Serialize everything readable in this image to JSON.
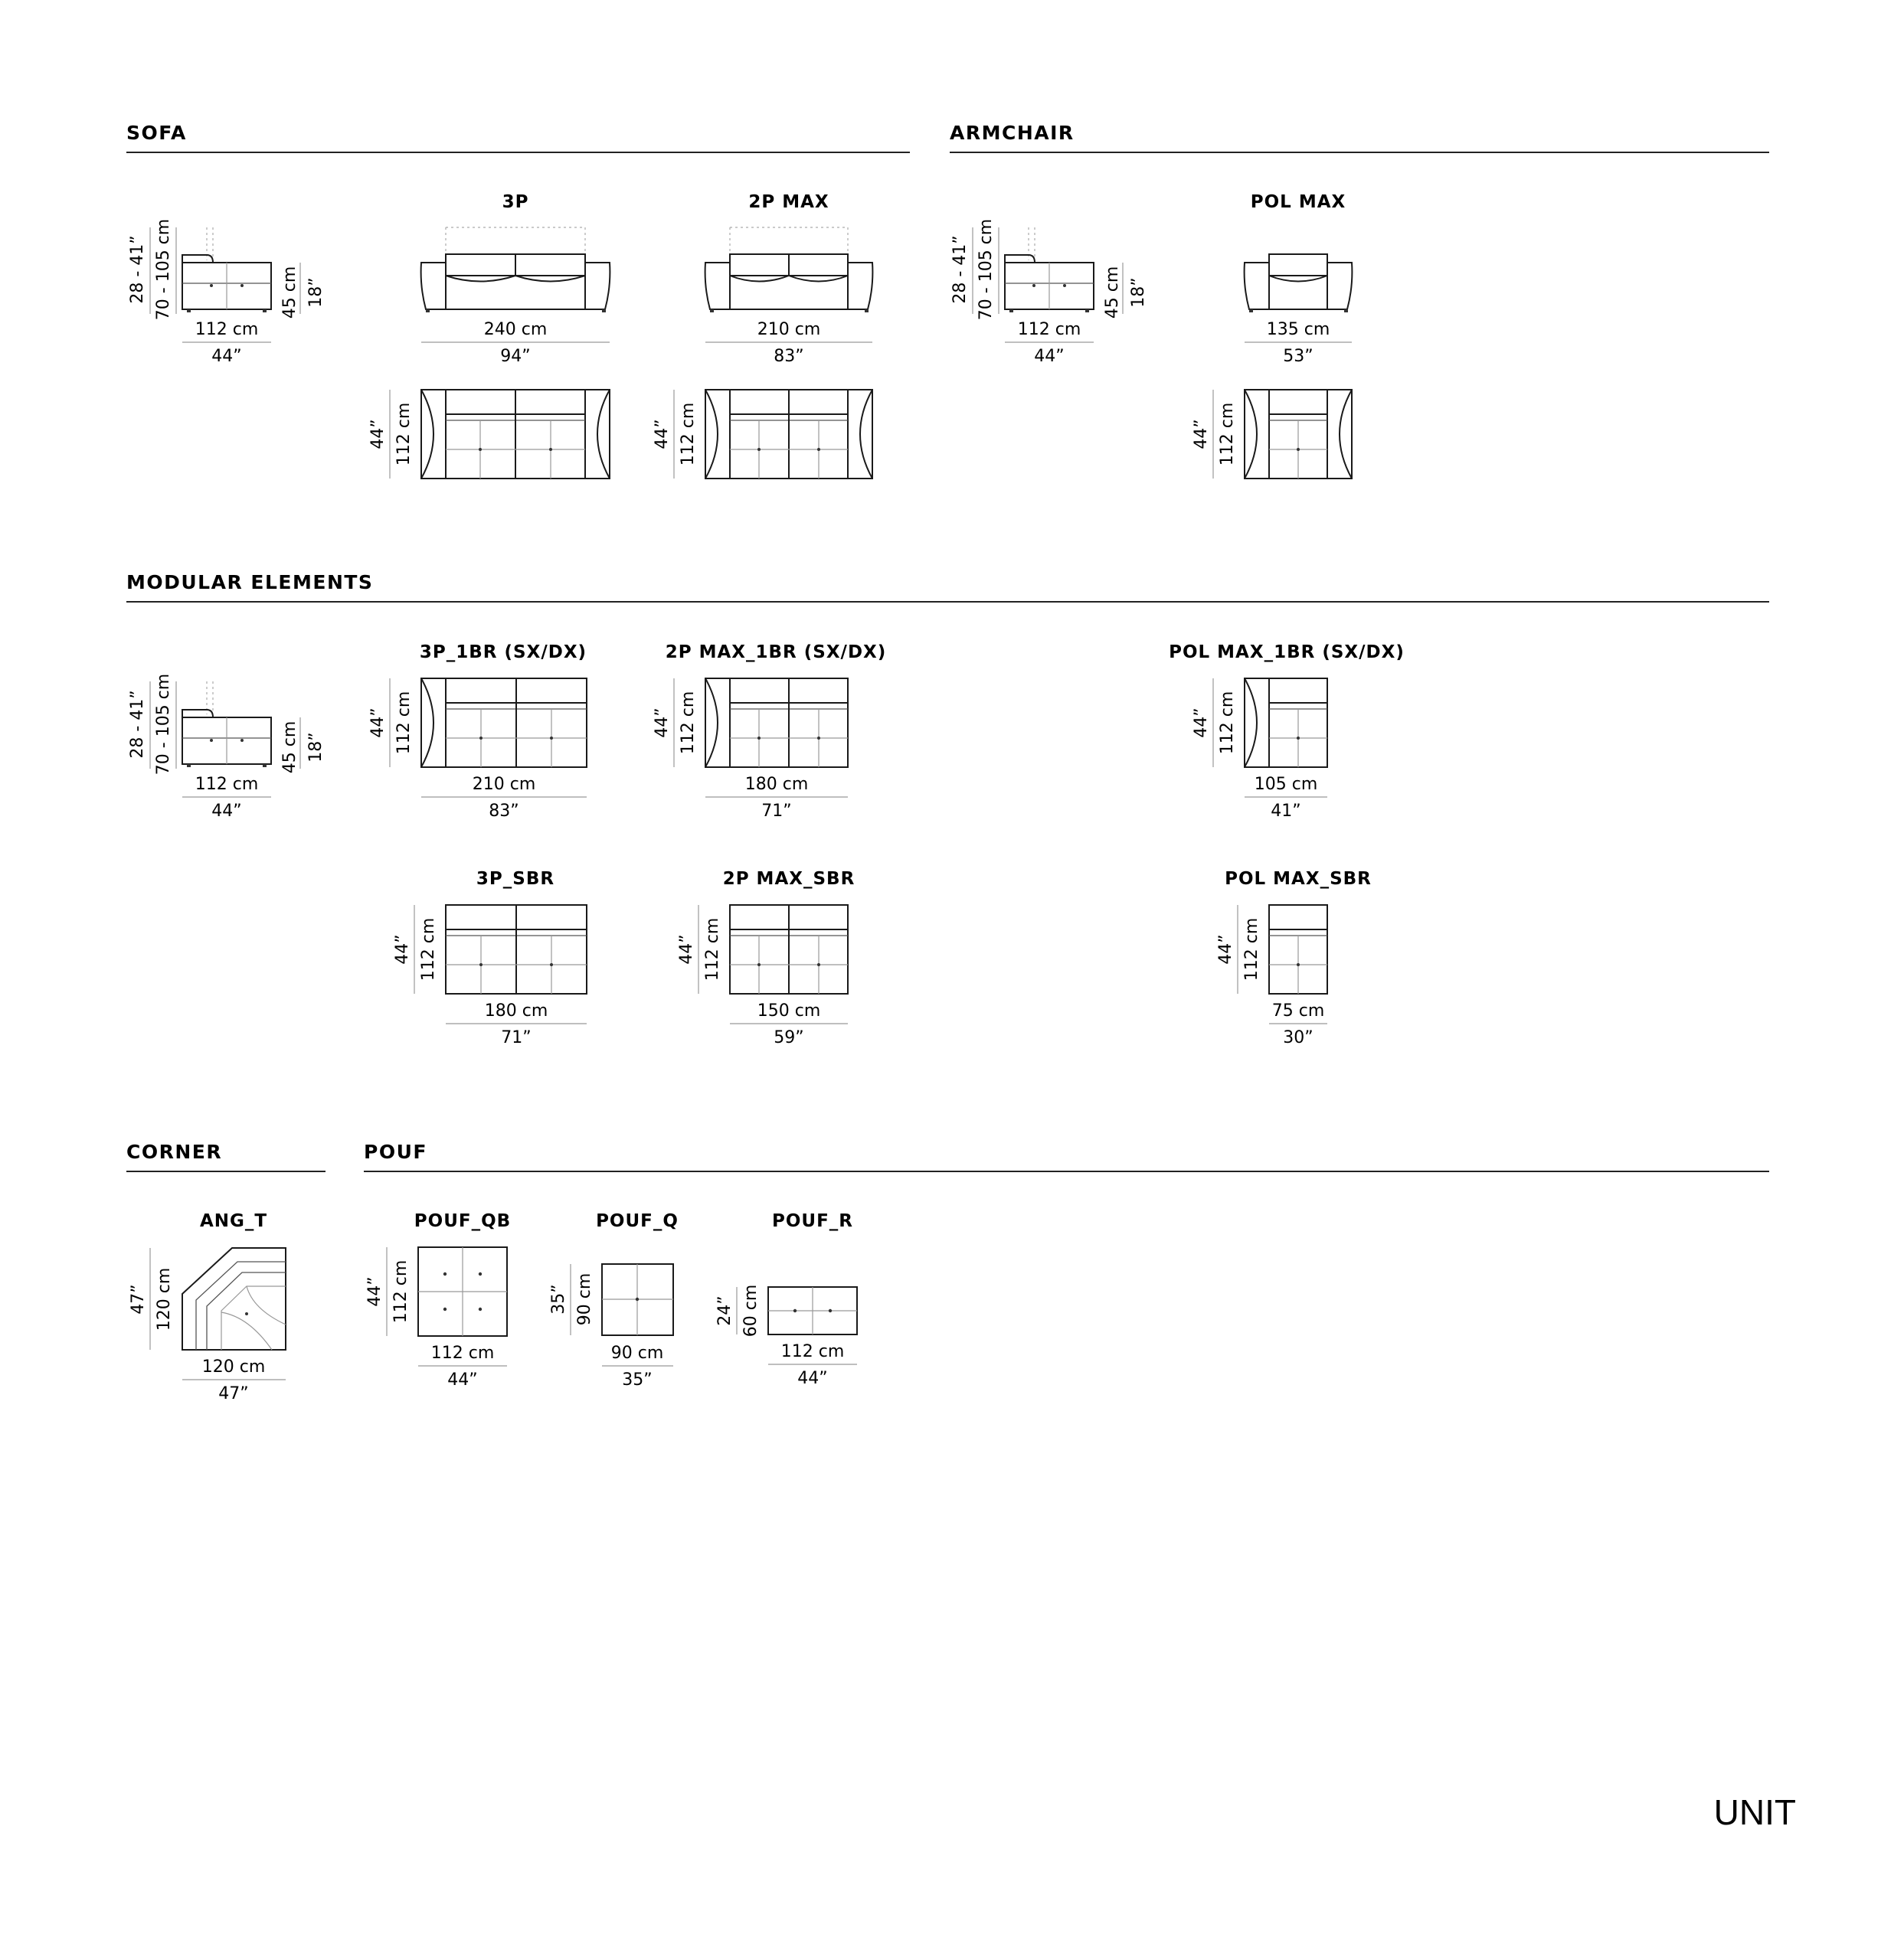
{
  "sections": {
    "sofa": "SOFA",
    "armchair": "ARMCHAIR",
    "modular": "MODULAR ELEMENTS",
    "corner": "CORNER",
    "pouf": "POUF"
  },
  "models": {
    "3p": "3P",
    "2pmax": "2P MAX",
    "polmax": "POL MAX",
    "3p_1br": "3P_1BR (SX/DX)",
    "2pmax_1br": "2P MAX_1BR (SX/DX)",
    "polmax_1br": "POL MAX_1BR (SX/DX)",
    "3p_sbr": "3P_SBR",
    "2pmax_sbr": "2P MAX_SBR",
    "polmax_sbr": "POL MAX_SBR",
    "ang_t": "ANG_T",
    "pouf_qb": "POUF_QB",
    "pouf_q": "POUF_Q",
    "pouf_r": "POUF_R"
  },
  "dims": {
    "side_h_in": "28 - 41”",
    "side_h_cm": "70 - 105 cm",
    "seat_cm": "45 cm",
    "seat_in": "18”",
    "d112": "112 cm",
    "d44": "44”",
    "w240": "240 cm",
    "w94": "94”",
    "w210": "210 cm",
    "w83": "83”",
    "w135": "135 cm",
    "w53": "53”",
    "w180": "180 cm",
    "w71": "71”",
    "w105": "105 cm",
    "w41": "41”",
    "w150": "150 cm",
    "w59": "59”",
    "w75": "75 cm",
    "w30": "30”",
    "w120": "120 cm",
    "w47": "47”",
    "w90": "90 cm",
    "w35": "35”",
    "w60": "60 cm",
    "w24": "24”"
  },
  "brand": "UNIT"
}
